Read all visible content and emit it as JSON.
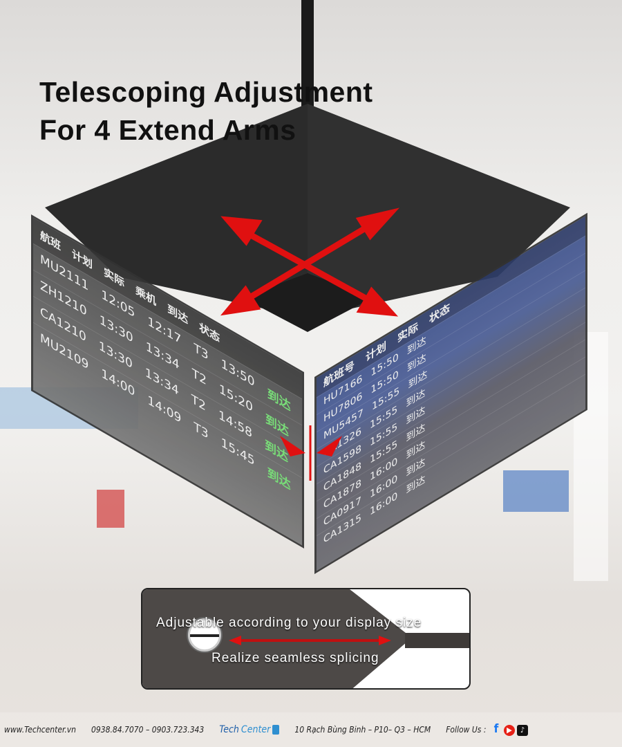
{
  "headline": {
    "line1": "Telescoping  Adjustment",
    "line2": "For 4 Extend Arms"
  },
  "left_board": {
    "headers": [
      "航班",
      "计划",
      "实际",
      "乘机",
      "到达",
      "状态"
    ],
    "rows": [
      {
        "flight": "MU2111",
        "plan": "12:05",
        "actual": "12:17",
        "gate": "T3",
        "arrive": "13:50",
        "status": "到达"
      },
      {
        "flight": "ZH1210",
        "plan": "13:30",
        "actual": "13:34",
        "gate": "T2",
        "arrive": "15:20",
        "status": "到达"
      },
      {
        "flight": "CA1210",
        "plan": "13:30",
        "actual": "13:34",
        "gate": "T2",
        "arrive": "14:58",
        "status": "到达"
      },
      {
        "flight": "MU2109",
        "plan": "14:00",
        "actual": "14:09",
        "gate": "T3",
        "arrive": "15:45",
        "status": "到达"
      }
    ]
  },
  "right_board": {
    "headers": [
      "航班号",
      "计划",
      "实际",
      "状态"
    ],
    "rows": [
      {
        "flight": "HU7166",
        "time": "15:50",
        "status": "到达"
      },
      {
        "flight": "HU7806",
        "time": "15:50",
        "status": "到达"
      },
      {
        "flight": "MU5457",
        "time": "15:55",
        "status": "到达"
      },
      {
        "flight": "CA1326",
        "time": "15:55",
        "status": "到达"
      },
      {
        "flight": "CA1598",
        "time": "15:55",
        "status": "到达"
      },
      {
        "flight": "CA1848",
        "time": "15:55",
        "status": "到达"
      },
      {
        "flight": "CA1878",
        "time": "16:00",
        "status": "到达"
      },
      {
        "flight": "CA0917",
        "time": "16:00",
        "status": "到达"
      },
      {
        "flight": "CA1315",
        "time": "16:00",
        "status": "到达"
      }
    ]
  },
  "inset": {
    "line1": "Adjustable according to your display size",
    "line2": "Realize seamless splicing"
  },
  "footer": {
    "website": "www.Techcenter.vn",
    "phones": "0938.84.7070 – 0903.723.343",
    "logo_a": "Tech",
    "logo_b": "Center",
    "address": "10 Rạch Bùng Binh – P10– Q3 – HCM",
    "follow": "Follow Us :",
    "social": [
      "facebook-icon",
      "youtube-icon",
      "tiktok-icon"
    ]
  },
  "colors": {
    "accent_red": "#e01010",
    "board_green": "#6fdc6f",
    "brand_blue": "#1f5fa8"
  }
}
